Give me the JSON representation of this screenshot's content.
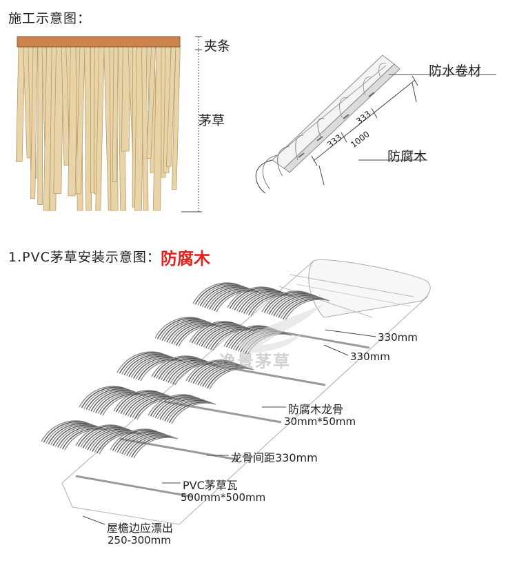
{
  "section1": {
    "title": "施工示意图：",
    "left": {
      "label_top": "夹条",
      "label_main": "茅草"
    },
    "right": {
      "label_membrane": "防水卷材",
      "label_wood": "防腐木",
      "dim_a": "333",
      "dim_b": "333",
      "dim_total": "1000"
    }
  },
  "section2": {
    "title_prefix": "1.PVC茅草安装示意图：",
    "title_highlight": "防腐木",
    "dim_1": "330mm",
    "dim_2": "330mm",
    "keel_label": "防腐木龙骨",
    "keel_size": "30mm*50mm",
    "spacing_label": "龙骨间距330mm",
    "tile_label": "PVC茅草瓦",
    "tile_size": "500mm*500mm",
    "eave_label": "屋檐边应漂出",
    "eave_size": "250-300mm",
    "watermark": "逸景茅草"
  },
  "colors": {
    "accent": "#e0231c",
    "thatch": "#e8d4a8",
    "batten": "#c9844f"
  }
}
